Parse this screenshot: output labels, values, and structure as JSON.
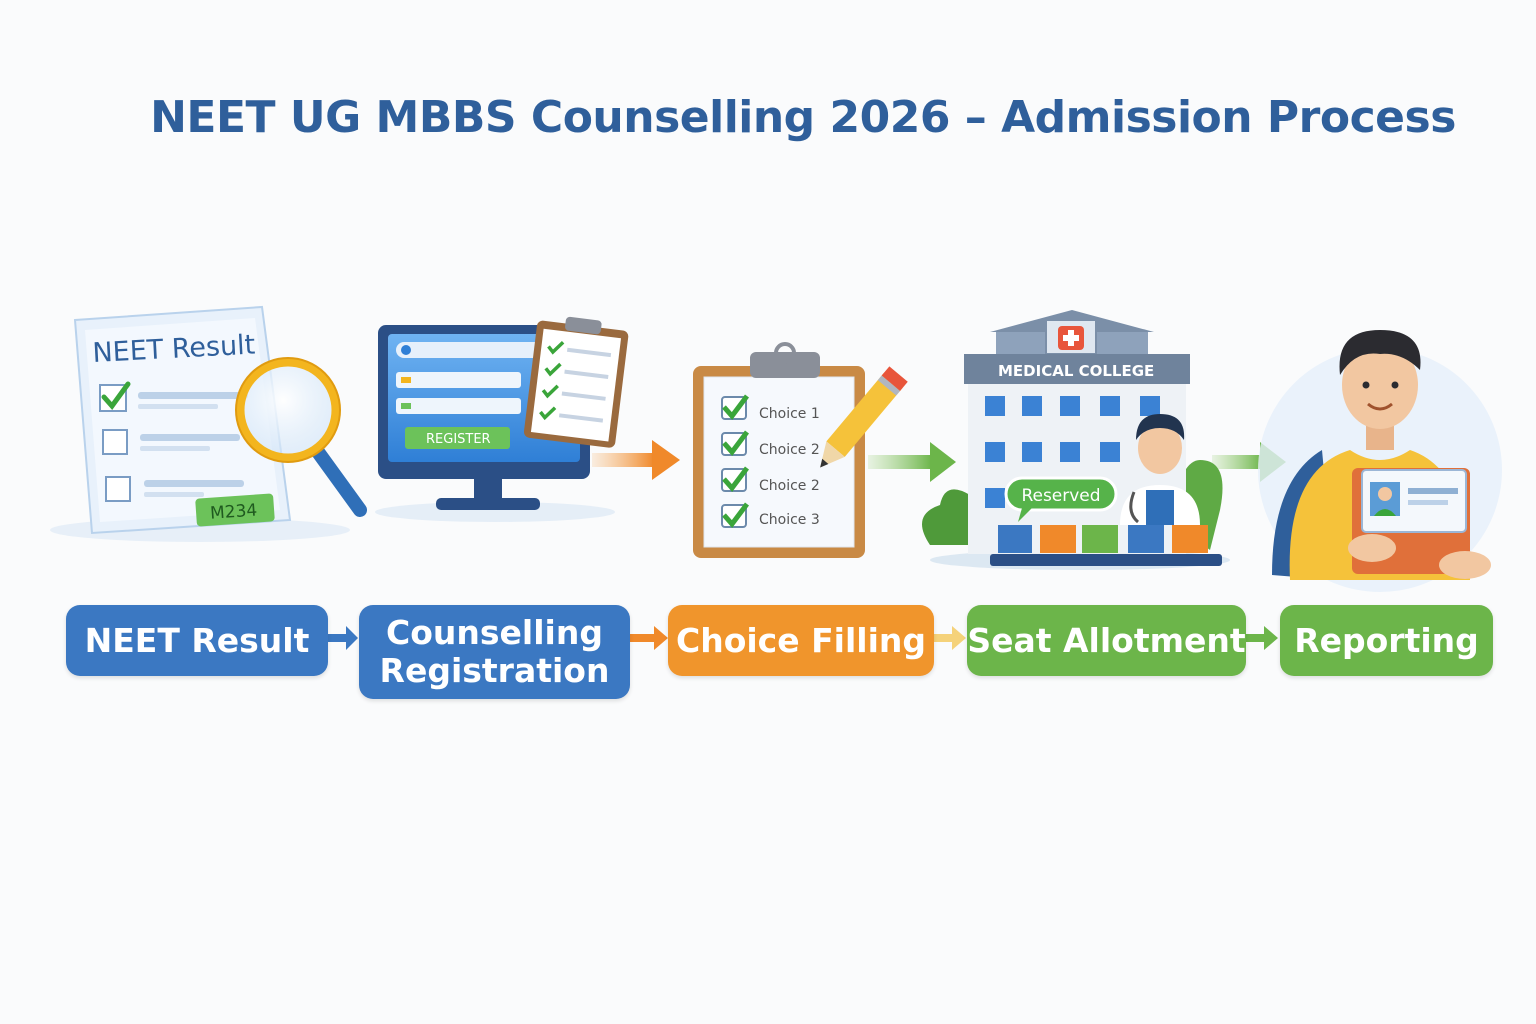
{
  "title": "NEET UG MBBS Counselling 2026 – Admission Process",
  "steps": [
    {
      "label": "NEET Result",
      "color": "#3b78c2"
    },
    {
      "label_line1": "Counselling",
      "label_line2": "Registration",
      "color": "#3b78c2"
    },
    {
      "label": "Choice Filling",
      "color": "#f0952c"
    },
    {
      "label": "Seat Allotment",
      "color": "#6cb54a"
    },
    {
      "label": "Reporting",
      "color": "#6cb54a"
    }
  ],
  "illustrations": {
    "result_doc": {
      "heading": "NEET Result",
      "roll": "M234"
    },
    "registration": {
      "button": "REGISTER"
    },
    "choices": [
      "Choice 1",
      "Choice 2",
      "Choice 2",
      "Choice 3"
    ],
    "college": {
      "name": "MEDICAL COLLEGE",
      "badge": "Reserved"
    }
  }
}
